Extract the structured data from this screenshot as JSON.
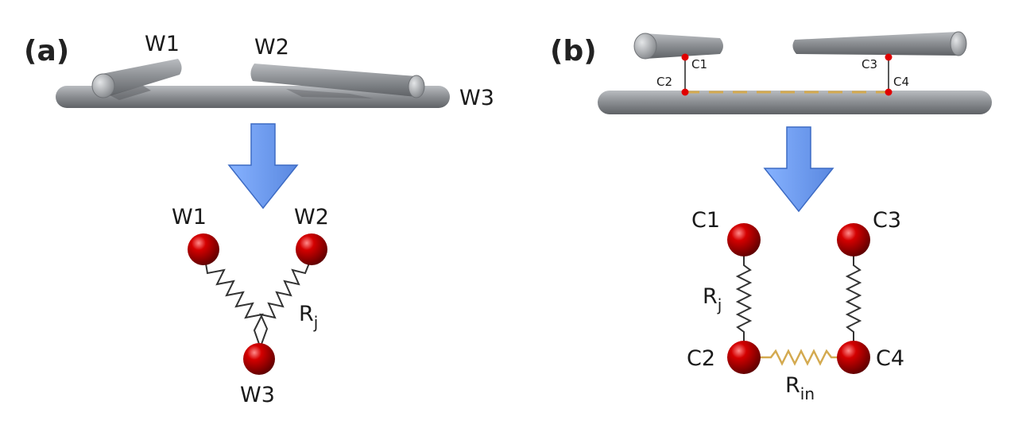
{
  "panel_a": {
    "label": "(a)",
    "wires": {
      "w1": "W1",
      "w2": "W2",
      "w3": "W3"
    },
    "graph": {
      "nodes": {
        "w1": "W1",
        "w2": "W2",
        "w3": "W3"
      },
      "spring_label": {
        "main": "R",
        "sub": "j"
      }
    }
  },
  "panel_b": {
    "label": "(b)",
    "contacts": {
      "c1": "C1",
      "c2": "C2",
      "c3": "C3",
      "c4": "C4"
    },
    "graph": {
      "nodes": {
        "c1": "C1",
        "c2": "C2",
        "c3": "C3",
        "c4": "C4"
      },
      "junction_label": {
        "main": "R",
        "sub": "j"
      },
      "internal_label": {
        "main": "R",
        "sub": "in"
      }
    }
  },
  "colors": {
    "wire": "#8c8f93",
    "arrow": "#6a9af0",
    "node": "#c40000",
    "spring_junction": "#333333",
    "spring_internal": "#d4aa50"
  }
}
